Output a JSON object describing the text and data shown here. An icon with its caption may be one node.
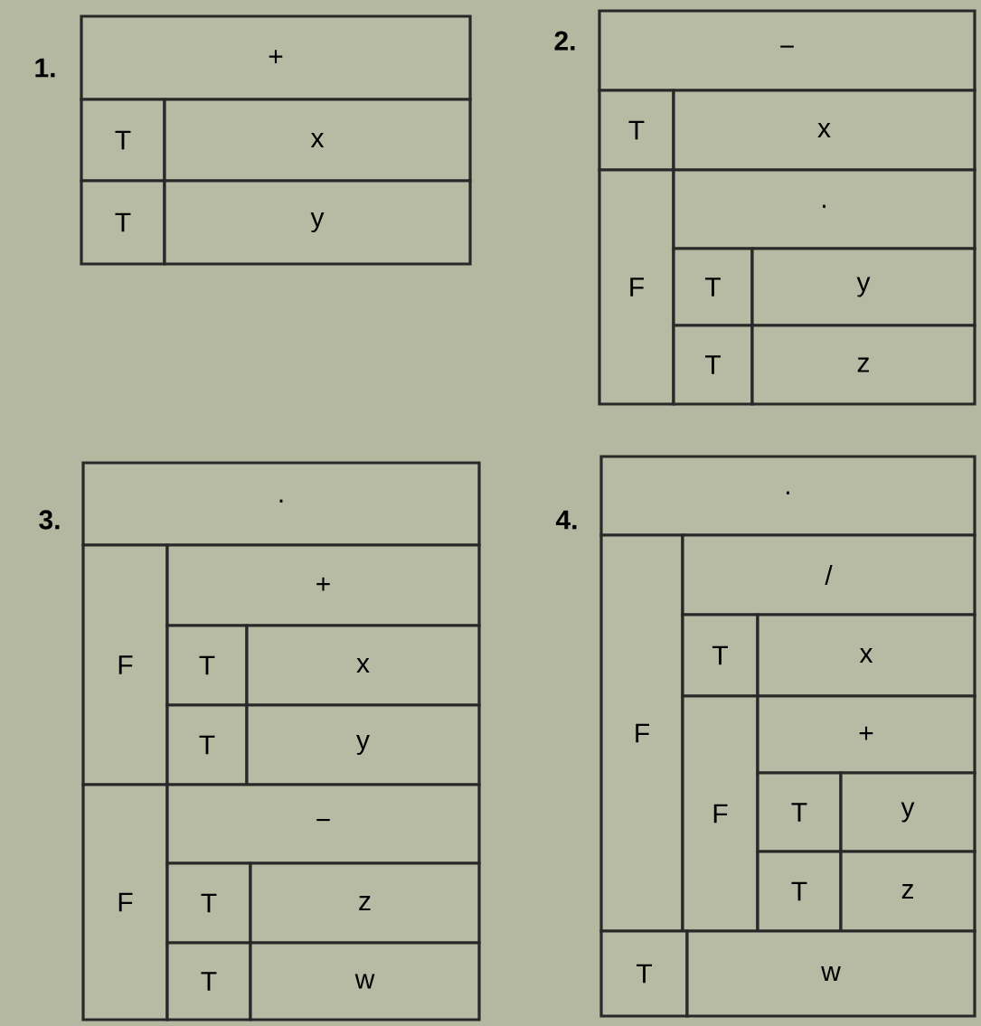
{
  "diagram": {
    "nodes": [
      {
        "text": [
          "+"
        ]
      },
      {
        "text": [
          "T"
        ]
      },
      {
        "text": [
          "x"
        ]
      },
      {
        "text": [
          "T"
        ]
      },
      {
        "text": [
          "y"
        ]
      },
      {
        "text": [
          "−"
        ]
      },
      {
        "text": [
          "T"
        ]
      },
      {
        "text": [
          "x"
        ]
      },
      {
        "text": [
          "F"
        ]
      },
      {
        "text": [
          "·"
        ]
      },
      {
        "text": [
          "T"
        ]
      },
      {
        "text": [
          "y"
        ]
      },
      {
        "text": [
          "T"
        ]
      },
      {
        "text": [
          "z"
        ]
      },
      {
        "text": [
          "·"
        ]
      },
      {
        "text": [
          "F"
        ]
      },
      {
        "text": [
          "+"
        ]
      },
      {
        "text": [
          "T"
        ]
      },
      {
        "text": [
          "x"
        ]
      },
      {
        "text": [
          "T"
        ]
      },
      {
        "text": [
          "y"
        ]
      },
      {
        "text": [
          "F"
        ]
      },
      {
        "text": [
          "−"
        ]
      },
      {
        "text": [
          "T"
        ]
      },
      {
        "text": [
          "z"
        ]
      },
      {
        "text": [
          "T"
        ]
      },
      {
        "text": [
          "w"
        ]
      },
      {
        "text": [
          "·"
        ]
      },
      {
        "text": [
          "F"
        ]
      },
      {
        "text": [
          "/"
        ]
      },
      {
        "text": [
          "T"
        ]
      },
      {
        "text": [
          "x"
        ]
      },
      {
        "text": [
          "F"
        ]
      },
      {
        "text": [
          "+"
        ]
      },
      {
        "text": [
          "T"
        ]
      },
      {
        "text": [
          "y"
        ]
      },
      {
        "text": [
          "T"
        ]
      },
      {
        "text": [
          "z"
        ]
      },
      {
        "text": [
          "T"
        ]
      },
      {
        "text": [
          "w"
        ]
      }
    ],
    "labels": [
      "1.",
      "2.",
      "3.",
      "4."
    ]
  }
}
